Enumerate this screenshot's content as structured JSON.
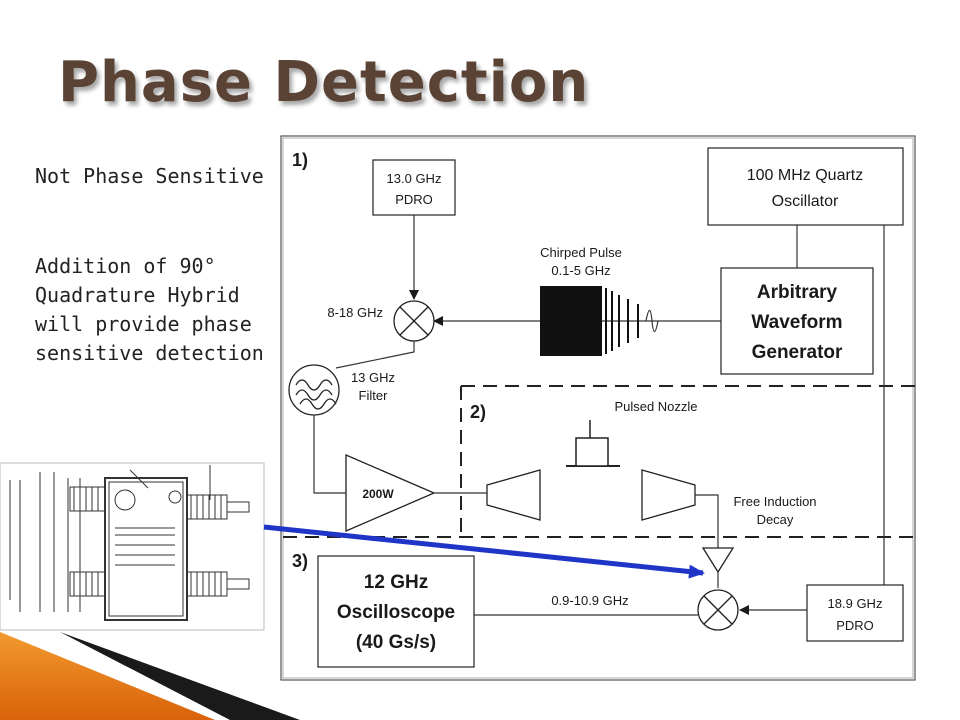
{
  "slide": {
    "title": "Phase Detection",
    "bullets": [
      "Not Phase Sensitive",
      "Addition of 90° Quadrature Hybrid will provide phase sensitive detection"
    ]
  },
  "diagram": {
    "sections": [
      "1)",
      "2)",
      "3)"
    ],
    "boxes": {
      "pdro_13": [
        "13.0 GHz",
        "PDRO"
      ],
      "quartz": [
        "100 MHz Quartz",
        "Oscillator"
      ],
      "awg": [
        "Arbitrary",
        "Waveform",
        "Generator"
      ],
      "scope": [
        "12 GHz",
        "Oscilloscope",
        "(40 Gs/s)"
      ],
      "pdro_189": [
        "18.9 GHz",
        "PDRO"
      ]
    },
    "labels": {
      "chirped": [
        "Chirped Pulse",
        "0.1-5 GHz"
      ],
      "freq_8_18": "8-18 GHz",
      "filter": [
        "13 GHz",
        "Filter"
      ],
      "amp": "200W",
      "nozzle": "Pulsed Nozzle",
      "fid": [
        "Free Induction",
        "Decay"
      ],
      "if_band": "0.9-10.9 GHz"
    }
  },
  "colors": {
    "title": "#5a4334",
    "arrow": "#1f35c8",
    "accent_bar": "#e07a10"
  }
}
